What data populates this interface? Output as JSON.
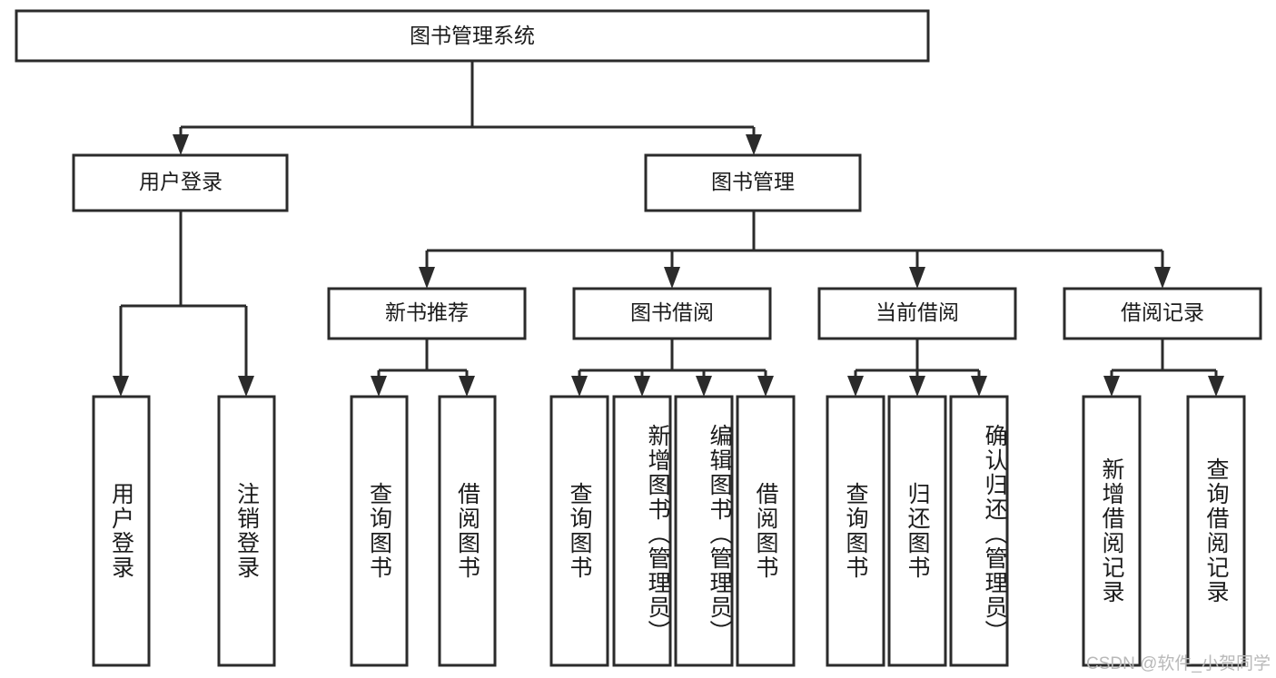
{
  "diagram": {
    "title": "图书管理系统",
    "type": "tree-hierarchy-diagram",
    "background_color": "#ffffff",
    "stroke_color": "#2b2b2b",
    "text_color": "#1b1b1b",
    "root": {
      "label": "图书管理系统"
    },
    "level1": [
      {
        "label": "用户登录"
      },
      {
        "label": "图书管理"
      }
    ],
    "level2": [
      {
        "label": "新书推荐"
      },
      {
        "label": "图书借阅"
      },
      {
        "label": "当前借阅"
      },
      {
        "label": "借阅记录"
      }
    ],
    "leaves": {
      "user_login": [
        {
          "label": "用户登录"
        },
        {
          "label": "注销登录"
        }
      ],
      "new_book_recommend": [
        {
          "label": "查询图书"
        },
        {
          "label": "借阅图书"
        }
      ],
      "book_borrow": [
        {
          "label": "查询图书"
        },
        {
          "label": "新增图书（管理员）"
        },
        {
          "label": "编辑图书（管理员）"
        },
        {
          "label": "借阅图书"
        }
      ],
      "current_borrow": [
        {
          "label": "查询图书"
        },
        {
          "label": "归还图书"
        },
        {
          "label": "确认归还（管理员）"
        }
      ],
      "borrow_record": [
        {
          "label": "新增借阅记录"
        },
        {
          "label": "查询借阅记录"
        }
      ]
    }
  },
  "watermark": {
    "text": "CSDN @软件_小贺同学"
  }
}
